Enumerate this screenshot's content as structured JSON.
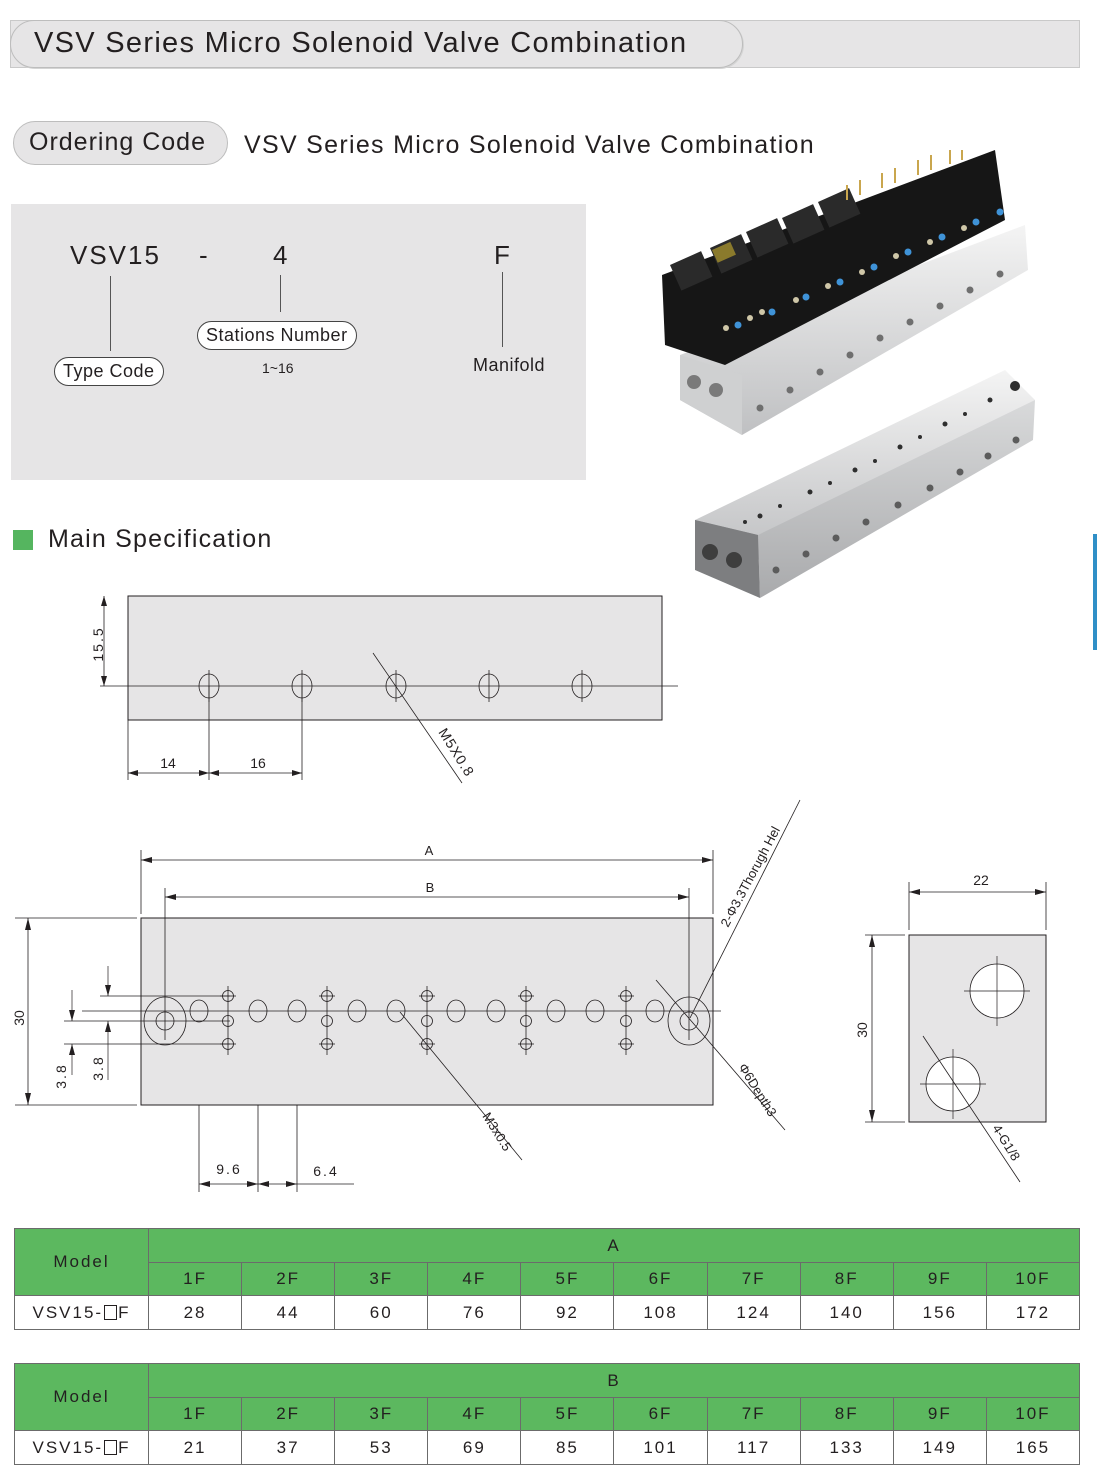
{
  "header": {
    "title": "VSV Series Micro Solenoid Valve Combination"
  },
  "ordering_code": {
    "pill_label": "Ordering Code",
    "description": "VSV Series Micro Solenoid Valve Combination",
    "parts": {
      "type": "VSV15",
      "dash": "-",
      "stations": "4",
      "manifold": "F"
    },
    "labels": {
      "type_code": "Type Code",
      "stations_number": "Stations Number",
      "stations_range": "1~16",
      "manifold": "Manifold"
    }
  },
  "product_photo": {
    "description": "solenoid-valve-manifold-assembly-photo"
  },
  "main_spec": {
    "title": "Main Specification"
  },
  "drawing_side": {
    "dim_height": "15.5",
    "dim_first": "14",
    "dim_pitch": "16",
    "thread_note": "M5X0.8"
  },
  "drawing_top": {
    "dim_a": "A",
    "dim_b": "B",
    "dim_height": "30",
    "dim_offset_1": "3.8",
    "dim_offset_2": "3.8",
    "dim_x1": "9.6",
    "dim_x2": "6.4",
    "note_through_hole": "2-Φ3.3Thorugh Hel",
    "note_thread": "M3x0.5",
    "note_counterbore": "Φ6Depth3"
  },
  "drawing_end": {
    "dim_width": "22",
    "dim_height": "30",
    "note_ports": "4-G1/8"
  },
  "colors": {
    "table_header_green": "#5cb85f",
    "bullet_green": "#55b55f",
    "accent_blue": "#2f8fc7",
    "panel_grey": "#e6e5e6"
  },
  "table_a": {
    "model_header": "Model",
    "group_header": "A",
    "columns": [
      "1F",
      "2F",
      "3F",
      "4F",
      "5F",
      "6F",
      "7F",
      "8F",
      "9F",
      "10F"
    ],
    "row": {
      "model_prefix": "VSV15-",
      "model_suffix": "F",
      "values": [
        "28",
        "44",
        "60",
        "76",
        "92",
        "108",
        "124",
        "140",
        "156",
        "172"
      ]
    }
  },
  "table_b": {
    "model_header": "Model",
    "group_header": "B",
    "columns": [
      "1F",
      "2F",
      "3F",
      "4F",
      "5F",
      "6F",
      "7F",
      "8F",
      "9F",
      "10F"
    ],
    "row": {
      "model_prefix": "VSV15-",
      "model_suffix": "F",
      "values": [
        "21",
        "37",
        "53",
        "69",
        "85",
        "101",
        "117",
        "133",
        "149",
        "165"
      ]
    }
  }
}
